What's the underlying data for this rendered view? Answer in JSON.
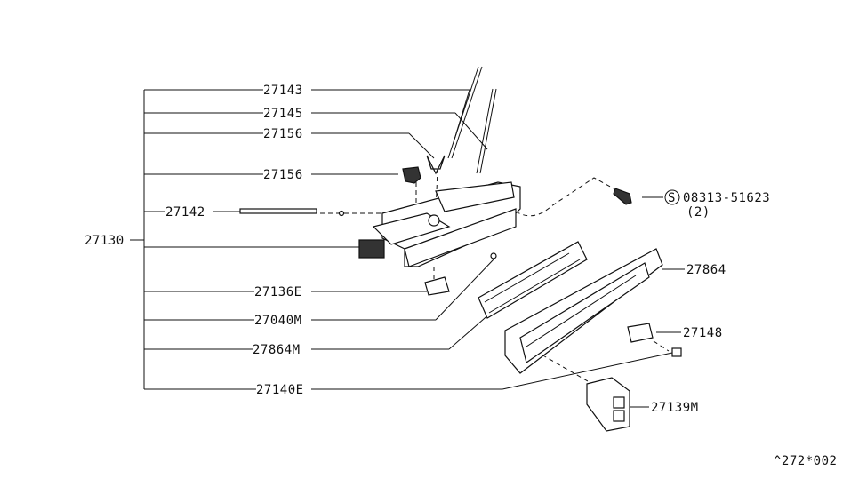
{
  "diagram": {
    "main_assembly": "27130",
    "callouts": {
      "p27143": "27143",
      "p27145": "27145",
      "p27156a": "27156",
      "p27156b": "27156",
      "p27142": "27142",
      "p27136E": "27136E",
      "p27040M": "27040M",
      "p27864M": "27864M",
      "p27140E": "27140E",
      "p27864": "27864",
      "p27148": "27148",
      "p27139M": "27139M"
    },
    "screw": {
      "symbol": "S",
      "part_no": "08313-51623",
      "qty": "(2)"
    },
    "figure_code": "^272*002"
  }
}
